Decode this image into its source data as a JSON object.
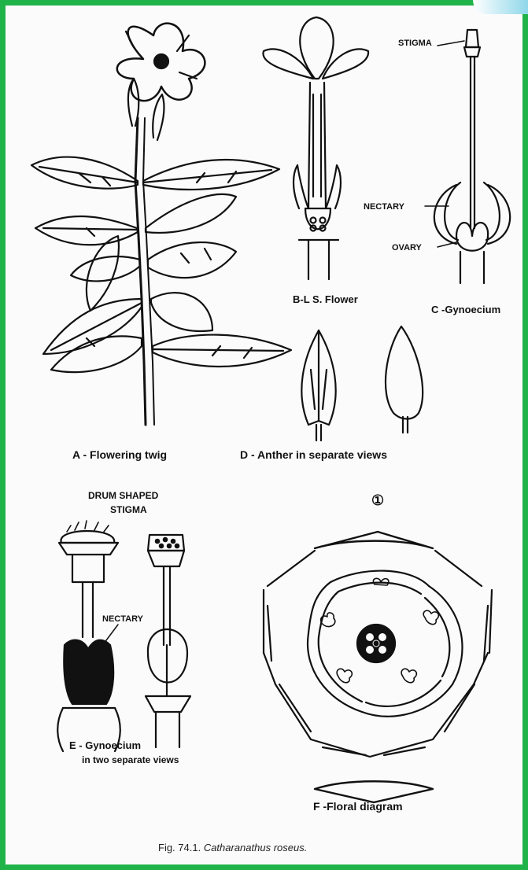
{
  "figure": {
    "caption_prefix": "Fig. 74.1. ",
    "caption_species": "Catharanathus roseus.",
    "border_color": "#1fb34a"
  },
  "panels": {
    "A": {
      "label": "A - Flowering twig"
    },
    "B": {
      "label": "B-L S. Flower"
    },
    "C": {
      "label": "C -Gynoecium",
      "stigma": "STIGMA",
      "nectary": "NECTARY",
      "ovary": "OVARY"
    },
    "D": {
      "label": "D - Anther in separate views"
    },
    "E": {
      "label_line1": "E - Gynoecium",
      "label_line2": "in two separate views",
      "stigma_line1": "DRUM SHAPED",
      "stigma_line2": "STIGMA",
      "nectary": "NECTARY"
    },
    "F": {
      "label": "F -Floral diagram",
      "axis_symbol": "①"
    }
  }
}
